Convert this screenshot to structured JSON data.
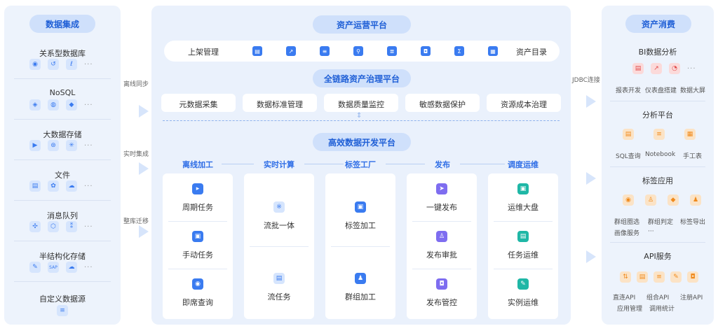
{
  "left": {
    "title": "数据集成",
    "sections": [
      {
        "name": "关系型数据库"
      },
      {
        "name": "NoSQL"
      },
      {
        "name": "大数据存储"
      },
      {
        "name": "文件"
      },
      {
        "name": "消息队列"
      },
      {
        "name": "半结构化存储"
      },
      {
        "name": "自定义数据源"
      }
    ],
    "more": "···"
  },
  "arrows": {
    "a1": "离线同步",
    "a2": "实时集成",
    "a3": "整库迁移",
    "a4": "JDBC连接"
  },
  "center": {
    "ops_title": "资产运营平台",
    "ops_left": "上架管理",
    "ops_right": "资产目录",
    "gov_title": "全链路资产治理平台",
    "gov_items": [
      "元数据采集",
      "数据标准管理",
      "数据质量监控",
      "敏感数据保护",
      "资源成本治理"
    ],
    "dev_title": "高效数据开发平台",
    "dev_cols": [
      {
        "head": "离线加工",
        "items": [
          "周期任务",
          "手动任务",
          "即席查询"
        ]
      },
      {
        "head": "实时计算",
        "items": [
          "流批一体",
          "流任务"
        ]
      },
      {
        "head": "标签工厂",
        "items": [
          "标签加工",
          "群组加工"
        ]
      },
      {
        "head": "发布",
        "items": [
          "一键发布",
          "发布审批",
          "发布管控"
        ]
      },
      {
        "head": "调度运维",
        "items": [
          "运维大盘",
          "任务运维",
          "实例运维"
        ]
      }
    ]
  },
  "right": {
    "title": "资产消费",
    "bi": {
      "name": "BI数据分析",
      "labels": [
        "报表开发",
        "仪表盘搭建",
        "数据大屏"
      ]
    },
    "analysis": {
      "name": "分析平台",
      "labels": [
        "SQL查询",
        "Notebook",
        "手工表"
      ]
    },
    "tag": {
      "name": "标签应用",
      "labels": [
        "群组圈选",
        "群组判定",
        "标签导出",
        "画像服务",
        "···"
      ]
    },
    "api": {
      "name": "API服务",
      "labels": [
        "直连API",
        "组合API",
        "注册API",
        "应用管理",
        "调用统计"
      ]
    },
    "more": "···"
  },
  "colors": {
    "accent": "#2f6ee6",
    "panel": "#edf3fc",
    "icon_blue": "#3a7bf0"
  }
}
